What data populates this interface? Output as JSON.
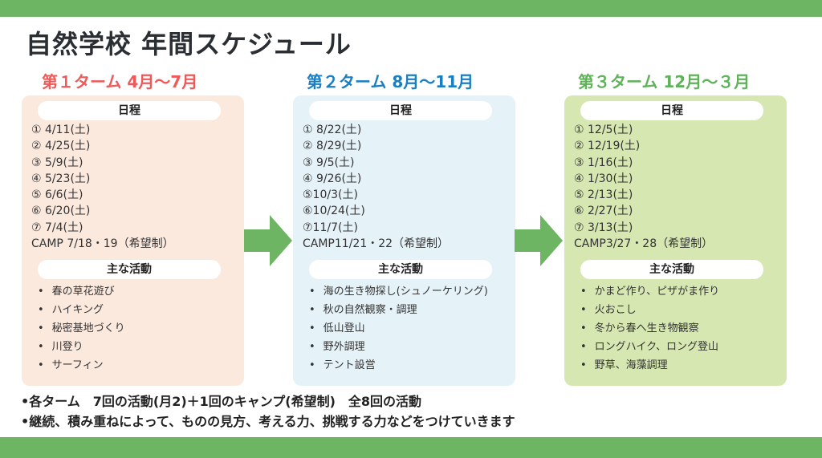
{
  "title": "自然学校 年間スケジュール",
  "colors": {
    "green": "#6db463",
    "term1": "#ee5a5a",
    "term2": "#1a7fc1",
    "term3": "#5fb25a"
  },
  "schedule_label": "日程",
  "activities_label": "主な活動",
  "terms": [
    {
      "heading": "第１ターム 4月～7月",
      "dates": [
        "① 4/11(土)",
        "② 4/25(土)",
        "③ 5/9(土)",
        "④ 5/23(土)",
        "⑤ 6/6(土)",
        "⑥ 6/20(土)",
        "⑦ 7/4(土)",
        "CAMP 7/18・19（希望制）"
      ],
      "activities": [
        "春の草花遊び",
        "ハイキング",
        "秘密基地づくり",
        "川登り",
        "サーフィン"
      ]
    },
    {
      "heading": "第２ターム 8月～11月",
      "dates": [
        "① 8/22(土)",
        "② 8/29(土)",
        "③ 9/5(土)",
        "④ 9/26(土)",
        "⑤10/3(土)",
        "⑥10/24(土)",
        "⑦11/7(土)",
        "CAMP11/21・22（希望制）"
      ],
      "activities": [
        "海の生き物探し(シュノーケリング)",
        "秋の自然観察・調理",
        "低山登山",
        "野外調理",
        "テント設営"
      ]
    },
    {
      "heading": "第３ターム 12月～３月",
      "dates": [
        "① 12/5(土)",
        "② 12/19(土)",
        "③ 1/16(土)",
        "④ 1/30(土)",
        "⑤ 2/13(土)",
        "⑥ 2/27(土)",
        "⑦ 3/13(土)",
        "CAMP3/27・28（希望制）"
      ],
      "activities": [
        "かまど作り、ピザがま作り",
        "火おこし",
        "冬から春へ生き物観察",
        "ロングハイク、ロング登山",
        "野草、海藻調理"
      ]
    }
  ],
  "notes": [
    "•各ターム　7回の活動(月2)＋1回のキャンプ(希望制)　全8回の活動",
    "•継続、積み重ねによって、ものの見方、考える力、挑戦する力などをつけていきます"
  ]
}
